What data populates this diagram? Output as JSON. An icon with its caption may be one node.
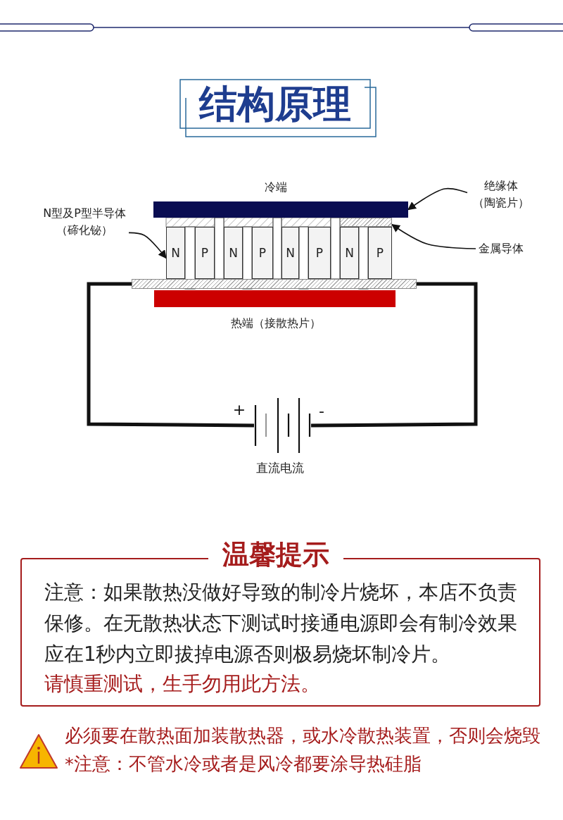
{
  "diagram": {
    "title": "结构原理",
    "nodes": [
      {
        "text": [],
        "shape": "bar",
        "beside": [
          "冷端"
        ]
      },
      {
        "text": [
          "绝缘体（陶瓷片）"
        ]
      },
      {
        "text": [
          "N型及P型半导体（碲化铋）"
        ]
      },
      {
        "text": [
          "N"
        ]
      },
      {
        "text": [
          "P"
        ]
      },
      {
        "text": [
          "N"
        ]
      },
      {
        "text": [
          "P"
        ]
      },
      {
        "text": [
          "N"
        ]
      },
      {
        "text": [
          "P"
        ]
      },
      {
        "text": [
          "N"
        ]
      },
      {
        "text": [
          "P"
        ]
      },
      {
        "text": [
          "金属导体"
        ]
      },
      {
        "text": [],
        "shape": "bar"
      },
      {
        "text": [],
        "shape": "bar",
        "beside": [
          "热端（接散热片）"
        ]
      },
      {
        "text": [
          "温馨提示",
          "注意：如果散热没做好导致的制冷片烧坏，本店不负责保修。在无散热状态下测试时接通电源即会有制冷效果应在1秒内立即拔掉电源否则极易烧坏制冷片。",
          "请慎重测试，生手勿用此方法。"
        ]
      },
      {
        "text": [],
        "shape": "bar"
      },
      {
        "text": [],
        "shape": "battery"
      }
    ],
    "edges": [
      {
        "from": 2,
        "to": 3,
        "arrow": "to"
      },
      {
        "from": 15,
        "to": 16,
        "arrow": "none",
        "style": "thick"
      },
      {
        "from": 16,
        "to": 15,
        "arrow": "none",
        "style": "thick"
      },
      {
        "from": 1,
        "to": 0,
        "arrow": "to"
      },
      {
        "from": 11,
        "to": 12,
        "arrow": "to"
      }
    ],
    "labels": [
      "+",
      "-",
      "直流电流",
      "必须要在散热面加装散热器，或水冷散热装置，否则会烧毁",
      "*注意：不管水冷或者是风冷都要涂导热硅脂"
    ]
  }
}
